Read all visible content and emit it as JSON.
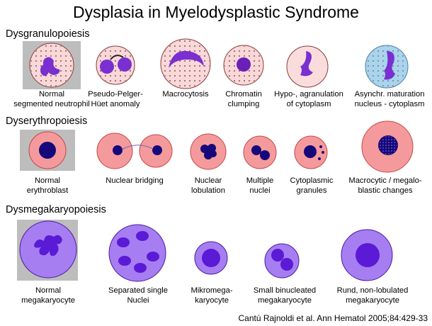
{
  "title": "Dysplasia in Myelodysplastic Syndrome",
  "sections": {
    "granulo": "Dysgranulopoiesis",
    "erythro": "Dyserythropoiesis",
    "mega": "Dysmegakaryopoiesis"
  },
  "granulo": [
    {
      "line1": "Normal",
      "line2": "segmented neutrophil"
    },
    {
      "line1": "Pseudo-Pelger-",
      "line2": "Hüet anomaly"
    },
    {
      "line1": "Macrocytosis",
      "line2": ""
    },
    {
      "line1": "Chromatin",
      "line2": "clumping"
    },
    {
      "line1": "Hypo-, agranulation",
      "line2": "of cytoplasm"
    },
    {
      "line1": "Asynchr. maturation",
      "line2": "nucleus - cytoplasm"
    }
  ],
  "erythro": [
    {
      "line1": "Normal",
      "line2": "erythroblast"
    },
    {
      "line1": "Nuclear bridging",
      "line2": ""
    },
    {
      "line1": "Nuclear",
      "line2": "lobulation"
    },
    {
      "line1": "Multiple",
      "line2": "nuclei"
    },
    {
      "line1": "Cytoplasmic",
      "line2": "granules"
    },
    {
      "line1": "Macrocytic / megalo-",
      "line2": "blastic changes"
    }
  ],
  "mega": [
    {
      "line1": "Normal",
      "line2": "megakaryocyte"
    },
    {
      "line1": "Separated single",
      "line2": "Nuclei"
    },
    {
      "line1": "Mikromega-",
      "line2": "karyocyte"
    },
    {
      "line1": "Small binucleated",
      "line2": "megakaryocyte"
    },
    {
      "line1": "Rund, non-lobulated",
      "line2": "megakaryocyte"
    }
  ],
  "citation": "Cantú Rajnoldi et al. Ann Hematol 2005;84:429-33",
  "colors": {
    "neutrophil_cytoplasm": "#f8d8d8",
    "nucleus_purple": "#7a2fd0",
    "erythro_cytoplasm": "#f59a9c",
    "erythro_nucleus": "#15087a",
    "mega_cytoplasm": "#a67ef2",
    "mega_nucleus": "#5a1ad6",
    "normal_bg": "#bdbdbd",
    "blue_cytoplasm": "#a8d4ee"
  }
}
